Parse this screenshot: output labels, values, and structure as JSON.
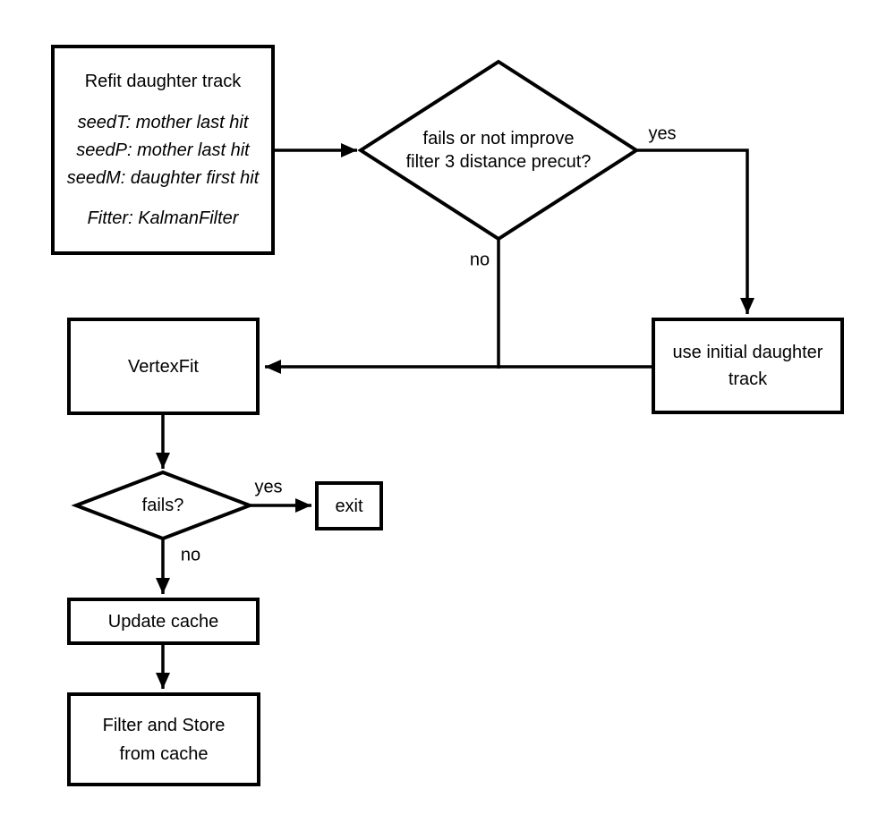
{
  "page": {
    "background_color": "#ffffff",
    "line_color": "#000000",
    "text_color": "#000000"
  },
  "nodes": {
    "refit": {
      "title": "Refit daughter track",
      "seed_lines": [
        "seedT: mother last hit",
        "seedP: mother last hit",
        "seedM: daughter first hit"
      ],
      "fitter_line": "Fitter: KalmanFilter"
    },
    "filter_decision": {
      "label": "fails or not improve\nfilter 3 distance precut?"
    },
    "use_initial": {
      "label": "use initial daughter\ntrack"
    },
    "vertexfit": {
      "label": "VertexFit"
    },
    "fails_decision": {
      "label": "fails?"
    },
    "exit": {
      "label": "exit"
    },
    "update_cache": {
      "label": "Update cache"
    },
    "filter_store": {
      "label": "Filter and Store\nfrom cache"
    }
  },
  "edge_labels": {
    "filter_yes": "yes",
    "filter_no": "no",
    "fails_yes": "yes",
    "fails_no": "no"
  }
}
